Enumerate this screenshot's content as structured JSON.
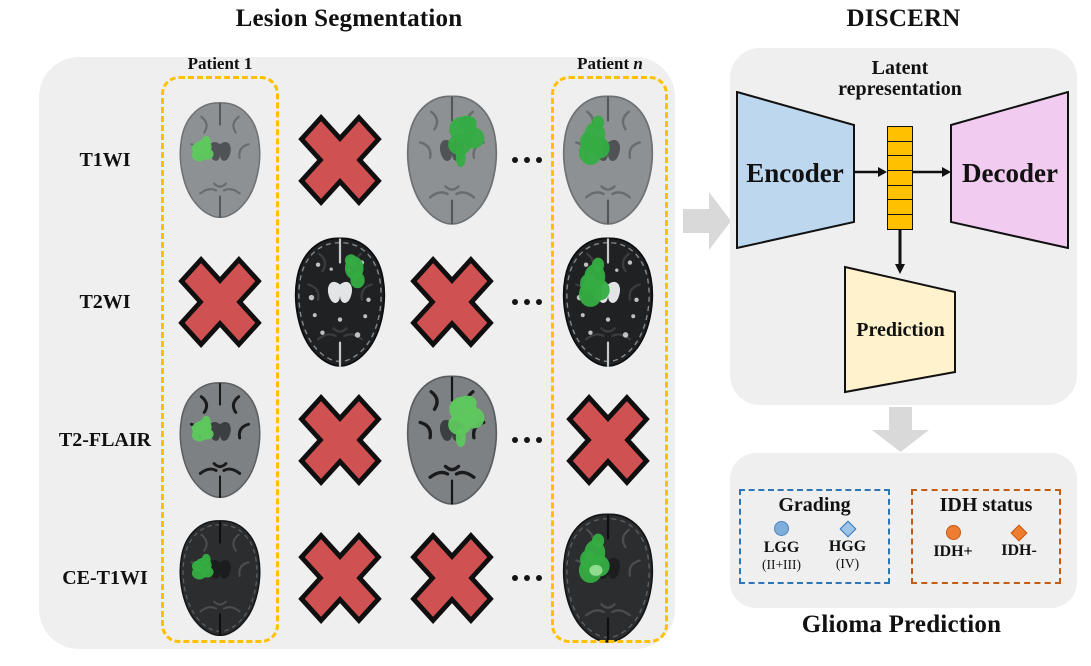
{
  "figure": {
    "left_title": "Lesion Segmentation",
    "right_title": "DISCERN",
    "bottom_title": "Glioma Prediction"
  },
  "left_panel": {
    "patient_first": "Patient 1",
    "patient_last_prefix": "Patient",
    "patient_last_n": "n",
    "modalities": [
      "T1WI",
      "T2WI",
      "T2-FLAIR",
      "CE-T1WI"
    ],
    "grid": [
      [
        {
          "type": "image",
          "modality": "t1",
          "lesion": "small-left",
          "tone": "light"
        },
        {
          "type": "missing"
        },
        {
          "type": "image",
          "modality": "t1",
          "lesion": "large-right",
          "tone": "dark"
        },
        {
          "type": "ellipsis"
        },
        {
          "type": "image",
          "modality": "t1",
          "lesion": "large-left",
          "tone": "dark"
        }
      ],
      [
        {
          "type": "missing"
        },
        {
          "type": "image",
          "modality": "t2",
          "lesion": "medium-top-right",
          "tone": "dark"
        },
        {
          "type": "missing"
        },
        {
          "type": "ellipsis"
        },
        {
          "type": "image",
          "modality": "t2",
          "lesion": "large-left",
          "tone": "dark"
        }
      ],
      [
        {
          "type": "image",
          "modality": "flair",
          "lesion": "small-left",
          "tone": "light"
        },
        {
          "type": "missing"
        },
        {
          "type": "image",
          "modality": "flair",
          "lesion": "large-right",
          "tone": "light"
        },
        {
          "type": "ellipsis"
        },
        {
          "type": "missing"
        }
      ],
      [
        {
          "type": "image",
          "modality": "ce",
          "lesion": "small-left",
          "tone": "dark"
        },
        {
          "type": "missing"
        },
        {
          "type": "missing"
        },
        {
          "type": "ellipsis"
        },
        {
          "type": "image",
          "modality": "ce",
          "lesion": "large-left-ring",
          "tone": "dark"
        }
      ]
    ]
  },
  "discern": {
    "encoder_label": "Encoder",
    "decoder_label": "Decoder",
    "latent_label_line1": "Latent",
    "latent_label_line2": "representation",
    "latent_cells": 7,
    "prediction_label": "Prediction"
  },
  "glioma": {
    "grading": {
      "title": "Grading",
      "items": [
        {
          "label": "LGG",
          "sub": "(II+III)",
          "marker": "circle"
        },
        {
          "label": "HGG",
          "sub": "(IV)",
          "marker": "diamond"
        }
      ]
    },
    "idh": {
      "title": "IDH status",
      "items": [
        {
          "label": "IDH+",
          "sub": "",
          "marker": "circle"
        },
        {
          "label": "IDH-",
          "sub": "",
          "marker": "diamond"
        }
      ]
    }
  },
  "colors": {
    "panel_gray": "#EFEFEF",
    "arrow_gray": "#D9D9D9",
    "gold_dashed": "#FFC000",
    "cross_red": "#D05152",
    "encoder_blue": "#BDD7EE",
    "decoder_pink": "#F2CBF0",
    "latent_orange": "#FFC000",
    "prediction_cream": "#FFF2CC",
    "grading_blue": "#2E75B6",
    "idh_orange_dark": "#C55A11",
    "marker_blue": "#7FADDC",
    "marker_blue_light": "#9DC3E6",
    "marker_orange": "#ED7D31",
    "lesion_green_light": "#5EC95E",
    "lesion_green": "#35AD43"
  }
}
